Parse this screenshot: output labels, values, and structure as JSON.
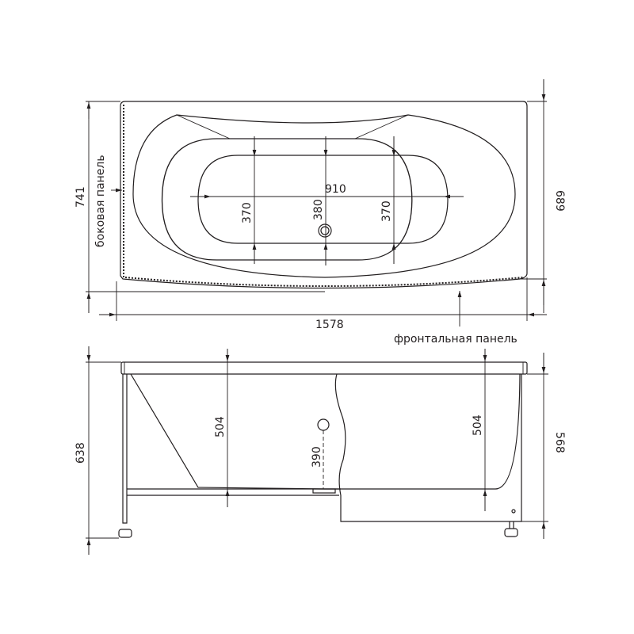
{
  "top_view": {
    "overall_length": "1578",
    "overall_width": "741",
    "rim_width": "689",
    "inner_length": "910",
    "left_width": "370",
    "center_width": "380",
    "right_width": "370",
    "side_panel_label": "боковая панель",
    "front_panel_label": "фронтальная панель"
  },
  "side_view": {
    "total_height": "638",
    "body_height": "568",
    "left_depth": "504",
    "right_depth": "504",
    "overflow_height": "390"
  }
}
